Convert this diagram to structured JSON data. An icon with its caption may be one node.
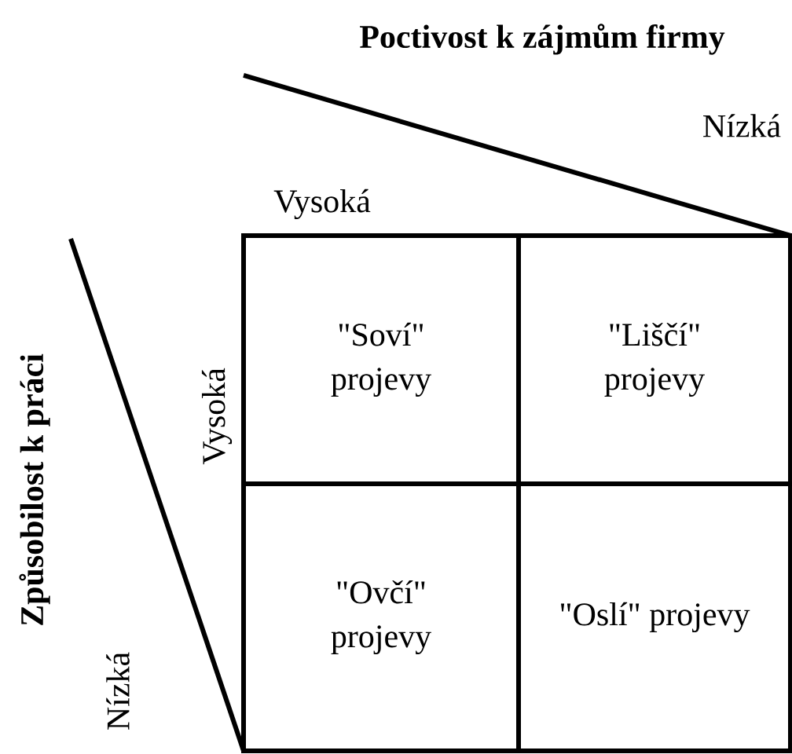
{
  "diagram": {
    "nodes": [
      {
        "text": [
          "\"Soví\" projevy"
        ]
      },
      {
        "text": [
          "\"Liščí\" projevy"
        ]
      },
      {
        "text": [
          "\"Ovčí\" projevy"
        ]
      },
      {
        "text": [
          "\"Oslí\" projevy"
        ]
      }
    ],
    "labels": [
      "Poctivost k zájmům firmy",
      "Nízká",
      "Vysoká",
      "Způsobilost k práci",
      "Vysoká",
      "Nízká"
    ]
  }
}
